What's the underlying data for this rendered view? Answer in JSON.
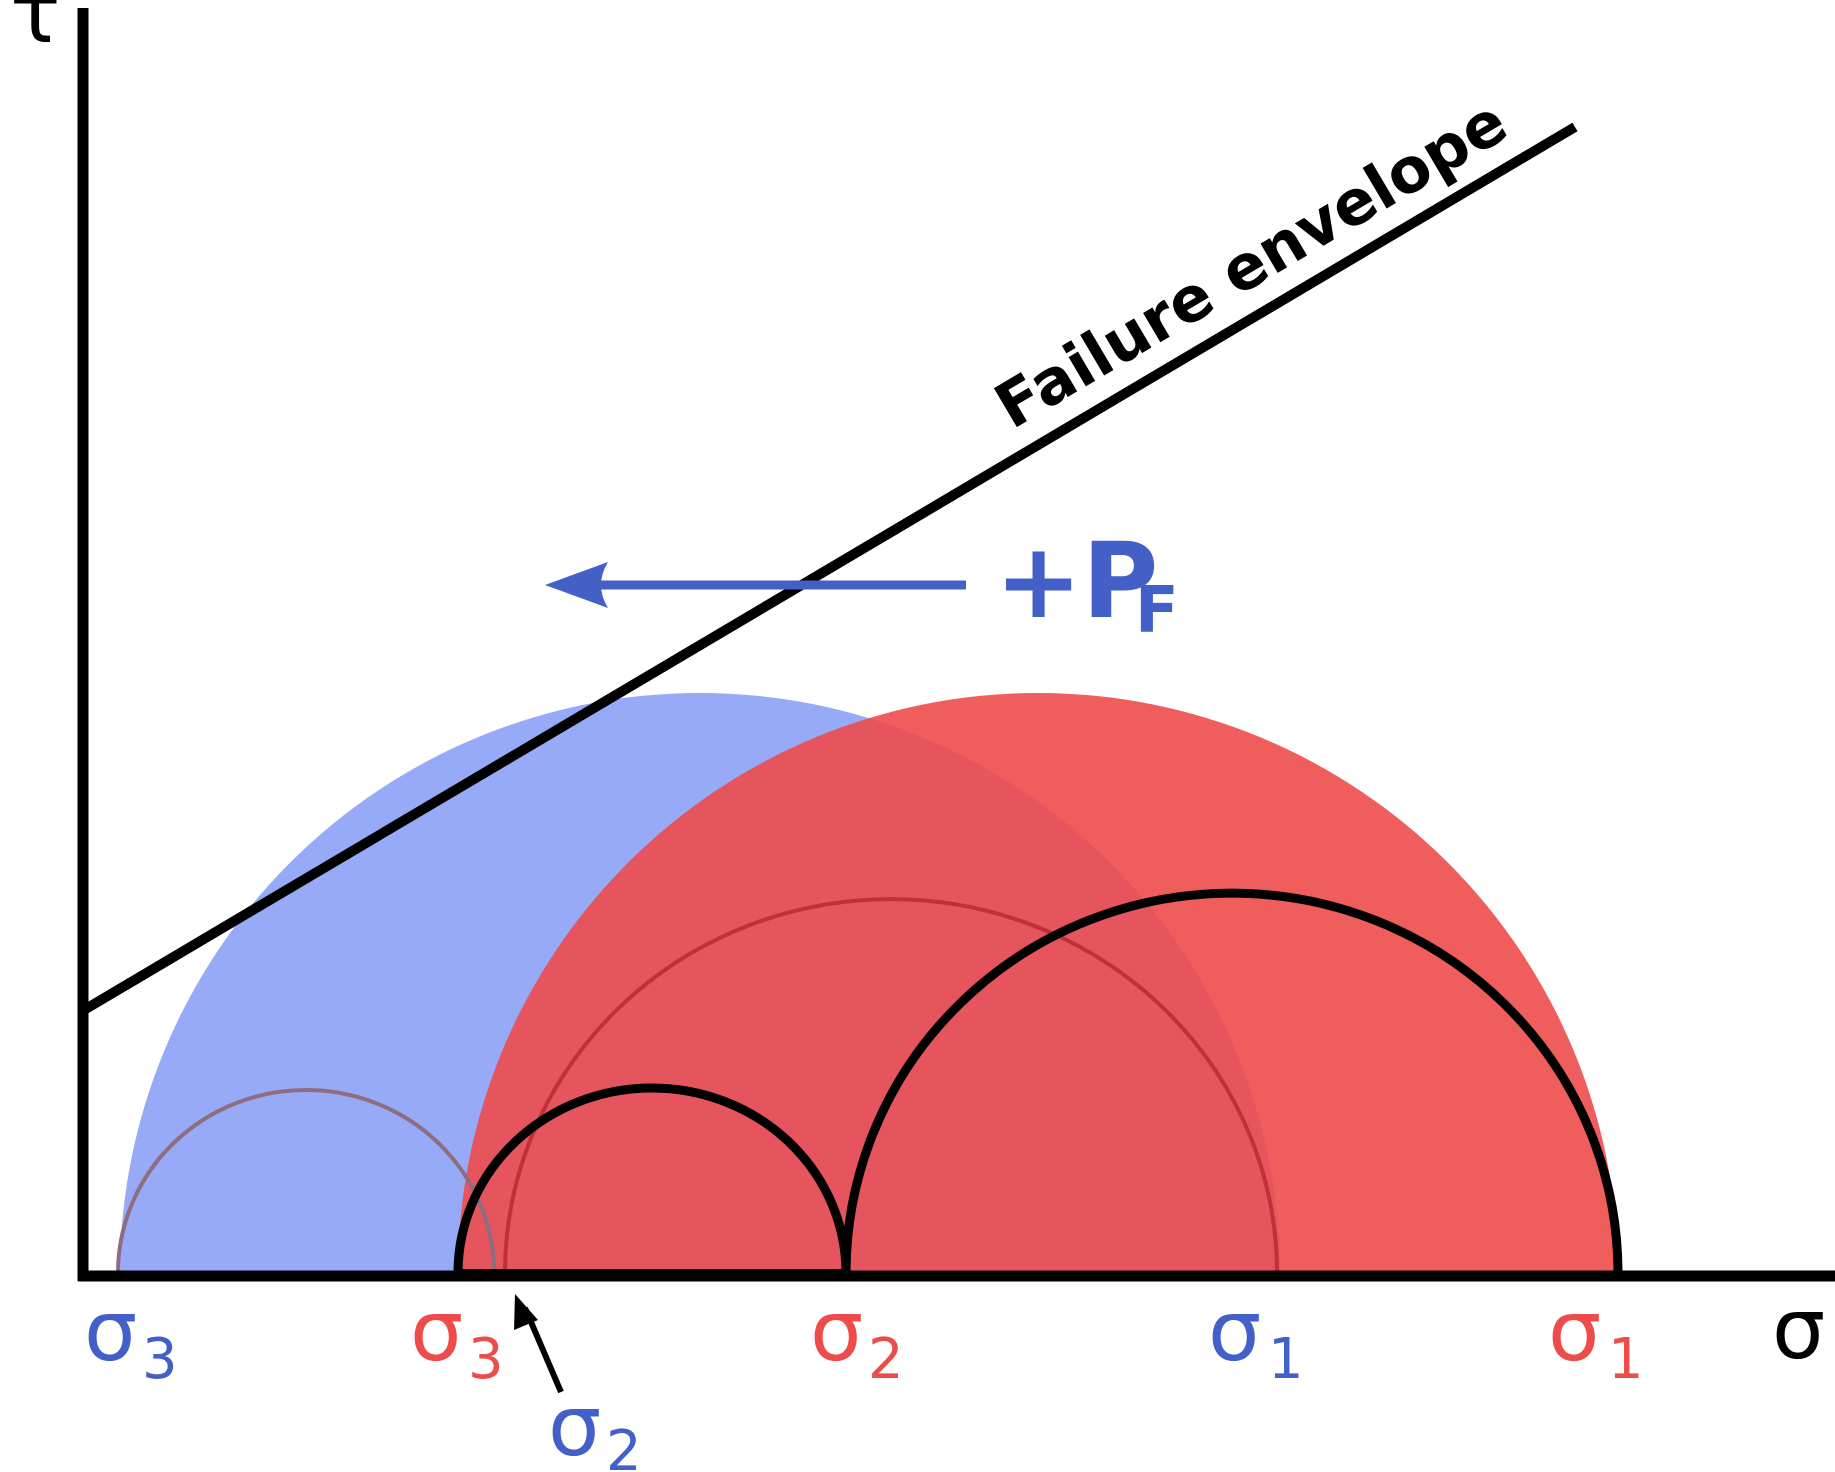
{
  "colors": {
    "blue": "#4260c8",
    "blue_fill": "#97aaf7",
    "red": "#ee4b4b",
    "red_fill": "#ee4b4b",
    "axis": "#000000",
    "overlap_fill": "#e04050"
  },
  "axes": {
    "y_label": "τ",
    "x_label": "σ"
  },
  "envelope": {
    "label": "Failure envelope"
  },
  "pressure": {
    "label_main": "+P",
    "label_sub": "F",
    "direction": "left"
  },
  "labels": {
    "blue_s3": {
      "symbol": "σ",
      "sub": "3"
    },
    "red_s3": {
      "symbol": "σ",
      "sub": "3"
    },
    "red_s2": {
      "symbol": "σ",
      "sub": "2"
    },
    "blue_s1": {
      "symbol": "σ",
      "sub": "1"
    },
    "red_s1": {
      "symbol": "σ",
      "sub": "1"
    },
    "blue_s2": {
      "symbol": "σ",
      "sub": "2"
    }
  }
}
